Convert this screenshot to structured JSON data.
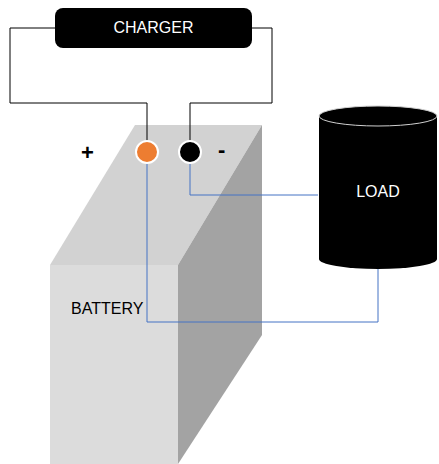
{
  "diagram": {
    "nodes": [
      {
        "text": [
          "CHARGER"
        ]
      },
      {
        "text": [
          "BATTERY"
        ]
      },
      {
        "text": [
          "LOAD"
        ]
      }
    ],
    "edges": [
      {
        "from": 0,
        "to": 1,
        "arrow": "none"
      },
      {
        "from": 0,
        "to": 1,
        "arrow": "none"
      },
      {
        "from": 1,
        "to": 2,
        "arrow": "none"
      },
      {
        "from": 1,
        "to": 2,
        "arrow": "none"
      }
    ],
    "labels": [
      "+",
      "-"
    ]
  }
}
